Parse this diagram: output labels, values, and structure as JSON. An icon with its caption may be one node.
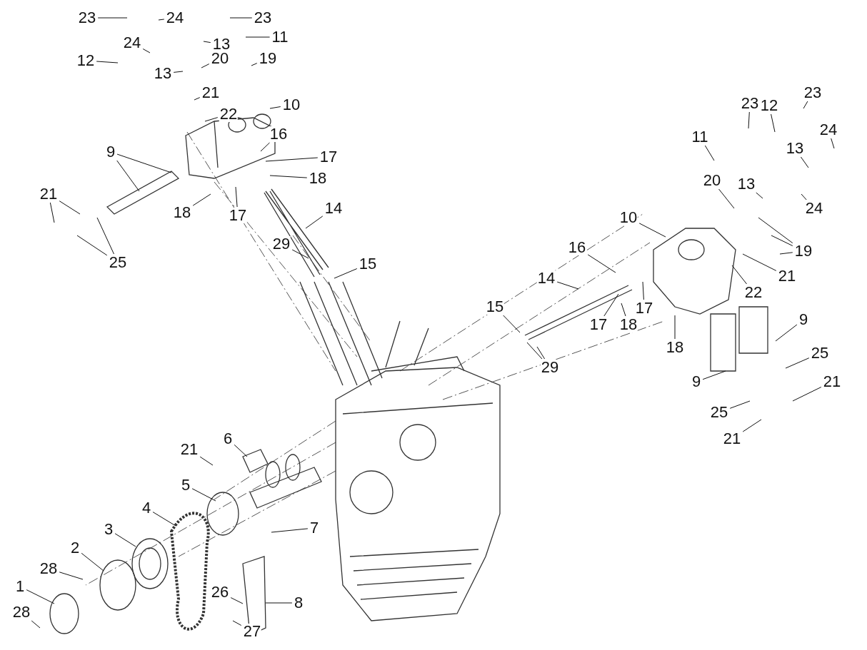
{
  "diagram": {
    "nodes": [
      {
        "text": [
          "23"
        ]
      },
      {
        "text": [
          "24"
        ]
      },
      {
        "text": [
          "23"
        ]
      },
      {
        "text": [
          "24"
        ]
      },
      {
        "text": [
          "11"
        ]
      },
      {
        "text": [
          "12"
        ]
      },
      {
        "text": [
          "13"
        ]
      },
      {
        "text": [
          "13"
        ]
      },
      {
        "text": [
          "20"
        ]
      },
      {
        "text": [
          "19"
        ]
      },
      {
        "text": [
          "21"
        ]
      },
      {
        "text": [
          "10"
        ]
      },
      {
        "text": [
          "22"
        ]
      },
      {
        "text": [
          "9"
        ]
      },
      {
        "text": [
          "16"
        ]
      },
      {
        "text": [
          "17"
        ]
      },
      {
        "text": [
          "18"
        ]
      },
      {
        "text": [
          "21"
        ]
      },
      {
        "text": [
          "18"
        ]
      },
      {
        "text": [
          "17"
        ]
      },
      {
        "text": [
          "14"
        ]
      },
      {
        "text": [
          "25"
        ]
      },
      {
        "text": [
          "29"
        ]
      },
      {
        "text": [
          "15"
        ]
      },
      {
        "text": [
          "23"
        ]
      },
      {
        "text": [
          "23"
        ]
      },
      {
        "text": [
          "12"
        ]
      },
      {
        "text": [
          "11"
        ]
      },
      {
        "text": [
          "24"
        ]
      },
      {
        "text": [
          "13"
        ]
      },
      {
        "text": [
          "20"
        ]
      },
      {
        "text": [
          "13"
        ]
      },
      {
        "text": [
          "24"
        ]
      },
      {
        "text": [
          "10"
        ]
      },
      {
        "text": [
          "19"
        ]
      },
      {
        "text": [
          "16"
        ]
      },
      {
        "text": [
          "21"
        ]
      },
      {
        "text": [
          "14"
        ]
      },
      {
        "text": [
          "22"
        ]
      },
      {
        "text": [
          "15"
        ]
      },
      {
        "text": [
          "17"
        ]
      },
      {
        "text": [
          "18"
        ]
      },
      {
        "text": [
          "17"
        ]
      },
      {
        "text": [
          "18"
        ]
      },
      {
        "text": [
          "29"
        ]
      },
      {
        "text": [
          "9"
        ]
      },
      {
        "text": [
          "25"
        ]
      },
      {
        "text": [
          "9"
        ]
      },
      {
        "text": [
          "21"
        ]
      },
      {
        "text": [
          "25"
        ]
      },
      {
        "text": [
          "21"
        ]
      },
      {
        "text": [
          "6"
        ]
      },
      {
        "text": [
          "21"
        ]
      },
      {
        "text": [
          "5"
        ]
      },
      {
        "text": [
          "4"
        ]
      },
      {
        "text": [
          "7"
        ]
      },
      {
        "text": [
          "3"
        ]
      },
      {
        "text": [
          "2"
        ]
      },
      {
        "text": [
          "28"
        ]
      },
      {
        "text": [
          "1"
        ]
      },
      {
        "text": [
          "26"
        ]
      },
      {
        "text": [
          "8"
        ]
      },
      {
        "text": [
          "28"
        ]
      },
      {
        "text": [
          "27"
        ]
      }
    ],
    "edges": [
      {
        "from": 0,
        "to": null,
        "arrow": "none"
      },
      {
        "from": 1,
        "to": null,
        "arrow": "none"
      },
      {
        "from": 2,
        "to": null,
        "arrow": "none"
      },
      {
        "from": 3,
        "to": null,
        "arrow": "none"
      },
      {
        "from": 4,
        "to": null,
        "arrow": "none"
      },
      {
        "from": 5,
        "to": null,
        "arrow": "none"
      },
      {
        "from": 6,
        "to": null,
        "arrow": "none"
      },
      {
        "from": 7,
        "to": null,
        "arrow": "none"
      },
      {
        "from": 8,
        "to": null,
        "arrow": "none"
      },
      {
        "from": 9,
        "to": null,
        "arrow": "none"
      },
      {
        "from": 10,
        "to": null,
        "arrow": "none"
      },
      {
        "from": 11,
        "to": null,
        "arrow": "none"
      },
      {
        "from": 12,
        "to": null,
        "arrow": "none"
      },
      {
        "from": 13,
        "to": null,
        "arrow": "none"
      },
      {
        "from": 13,
        "to": null,
        "arrow": "none"
      },
      {
        "from": 14,
        "to": null,
        "arrow": "none"
      },
      {
        "from": 15,
        "to": null,
        "arrow": "none"
      },
      {
        "from": 16,
        "to": null,
        "arrow": "none"
      },
      {
        "from": 17,
        "to": null,
        "arrow": "none"
      },
      {
        "from": 17,
        "to": null,
        "arrow": "none"
      },
      {
        "from": 18,
        "to": null,
        "arrow": "none"
      },
      {
        "from": 19,
        "to": null,
        "arrow": "none"
      },
      {
        "from": 20,
        "to": null,
        "arrow": "none"
      },
      {
        "from": 21,
        "to": null,
        "arrow": "none"
      },
      {
        "from": 21,
        "to": null,
        "arrow": "none"
      },
      {
        "from": 22,
        "to": null,
        "arrow": "none"
      },
      {
        "from": 23,
        "to": null,
        "arrow": "none"
      },
      {
        "from": 24,
        "to": null,
        "arrow": "none"
      },
      {
        "from": 25,
        "to": null,
        "arrow": "none"
      },
      {
        "from": 26,
        "to": null,
        "arrow": "none"
      },
      {
        "from": 27,
        "to": null,
        "arrow": "none"
      },
      {
        "from": 28,
        "to": null,
        "arrow": "none"
      },
      {
        "from": 29,
        "to": null,
        "arrow": "none"
      },
      {
        "from": 30,
        "to": null,
        "arrow": "none"
      },
      {
        "from": 31,
        "to": null,
        "arrow": "none"
      },
      {
        "from": 32,
        "to": null,
        "arrow": "none"
      },
      {
        "from": 33,
        "to": null,
        "arrow": "none"
      },
      {
        "from": 34,
        "to": null,
        "arrow": "none"
      },
      {
        "from": 34,
        "to": null,
        "arrow": "none"
      },
      {
        "from": 34,
        "to": null,
        "arrow": "none"
      },
      {
        "from": 35,
        "to": null,
        "arrow": "none"
      },
      {
        "from": 36,
        "to": null,
        "arrow": "none"
      },
      {
        "from": 37,
        "to": null,
        "arrow": "none"
      },
      {
        "from": 38,
        "to": null,
        "arrow": "none"
      },
      {
        "from": 39,
        "to": null,
        "arrow": "none"
      },
      {
        "from": 40,
        "to": null,
        "arrow": "none"
      },
      {
        "from": 41,
        "to": null,
        "arrow": "none"
      },
      {
        "from": 42,
        "to": null,
        "arrow": "none"
      },
      {
        "from": 43,
        "to": null,
        "arrow": "none"
      },
      {
        "from": 44,
        "to": null,
        "arrow": "none"
      },
      {
        "from": 44,
        "to": null,
        "arrow": "none"
      },
      {
        "from": 45,
        "to": null,
        "arrow": "none"
      },
      {
        "from": 46,
        "to": null,
        "arrow": "none"
      },
      {
        "from": 47,
        "to": null,
        "arrow": "none"
      },
      {
        "from": 48,
        "to": null,
        "arrow": "none"
      },
      {
        "from": 49,
        "to": null,
        "arrow": "none"
      },
      {
        "from": 50,
        "to": null,
        "arrow": "none"
      },
      {
        "from": 51,
        "to": null,
        "arrow": "none"
      },
      {
        "from": 52,
        "to": null,
        "arrow": "none"
      },
      {
        "from": 53,
        "to": null,
        "arrow": "none"
      },
      {
        "from": 54,
        "to": null,
        "arrow": "none"
      },
      {
        "from": 55,
        "to": null,
        "arrow": "none"
      },
      {
        "from": 56,
        "to": null,
        "arrow": "none"
      },
      {
        "from": 57,
        "to": null,
        "arrow": "none"
      },
      {
        "from": 58,
        "to": null,
        "arrow": "none"
      },
      {
        "from": 59,
        "to": null,
        "arrow": "none"
      },
      {
        "from": 60,
        "to": null,
        "arrow": "none"
      },
      {
        "from": 61,
        "to": null,
        "arrow": "none"
      },
      {
        "from": 62,
        "to": null,
        "arrow": "none"
      },
      {
        "from": 63,
        "to": null,
        "arrow": "none"
      }
    ]
  }
}
